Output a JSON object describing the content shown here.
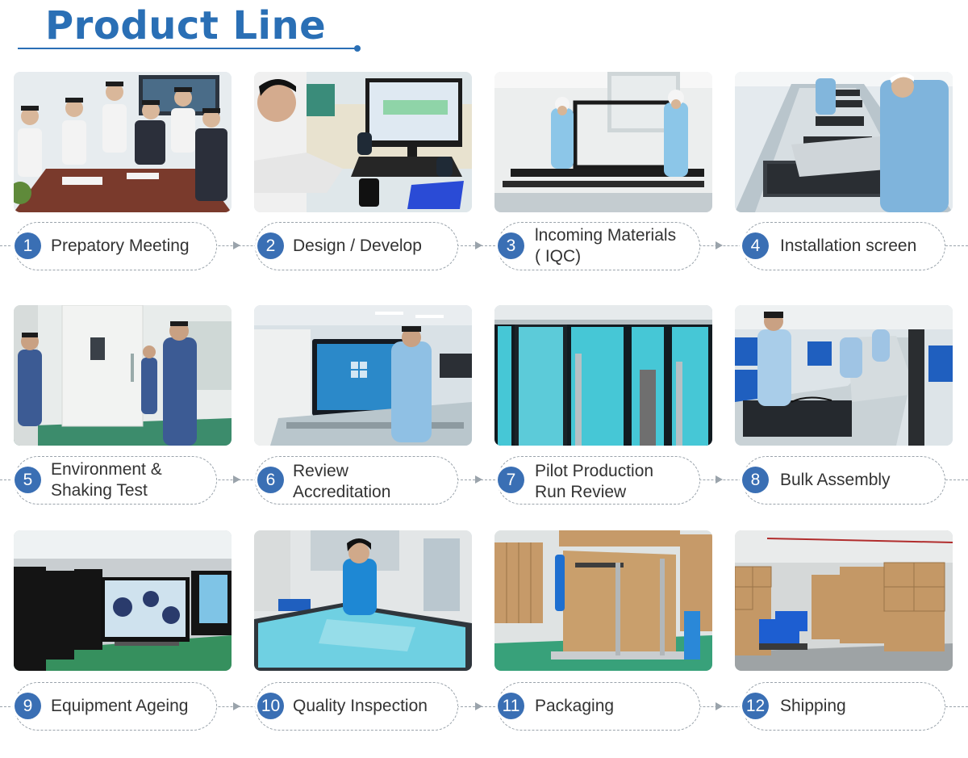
{
  "header": {
    "title": "Product Line"
  },
  "colors": {
    "accent": "#2a6fb5",
    "badge": "#3a6fb4",
    "dash": "#9aa3ab",
    "text": "#333333"
  },
  "steps": [
    {
      "num": "1",
      "line1": "Prepatory Meeting",
      "line2": ""
    },
    {
      "num": "2",
      "line1": "Design / Develop",
      "line2": ""
    },
    {
      "num": "3",
      "line1": "lncoming Materials",
      "line2": "( IQC)"
    },
    {
      "num": "4",
      "line1": "Installation  screen",
      "line2": ""
    },
    {
      "num": "5",
      "line1": "Environment &",
      "line2": "Shaking Test"
    },
    {
      "num": "6",
      "line1": "Review",
      "line2": "Accreditation"
    },
    {
      "num": "7",
      "line1": "Pilot Production",
      "line2": "Run Review"
    },
    {
      "num": "8",
      "line1": "Bulk Assembly",
      "line2": ""
    },
    {
      "num": "9",
      "line1": "Equipment Ageing",
      "line2": ""
    },
    {
      "num": "10",
      "line1": "Quality Inspection",
      "line2": ""
    },
    {
      "num": "11",
      "line1": "Packaging",
      "line2": ""
    },
    {
      "num": "12",
      "line1": "Shipping",
      "line2": ""
    }
  ]
}
